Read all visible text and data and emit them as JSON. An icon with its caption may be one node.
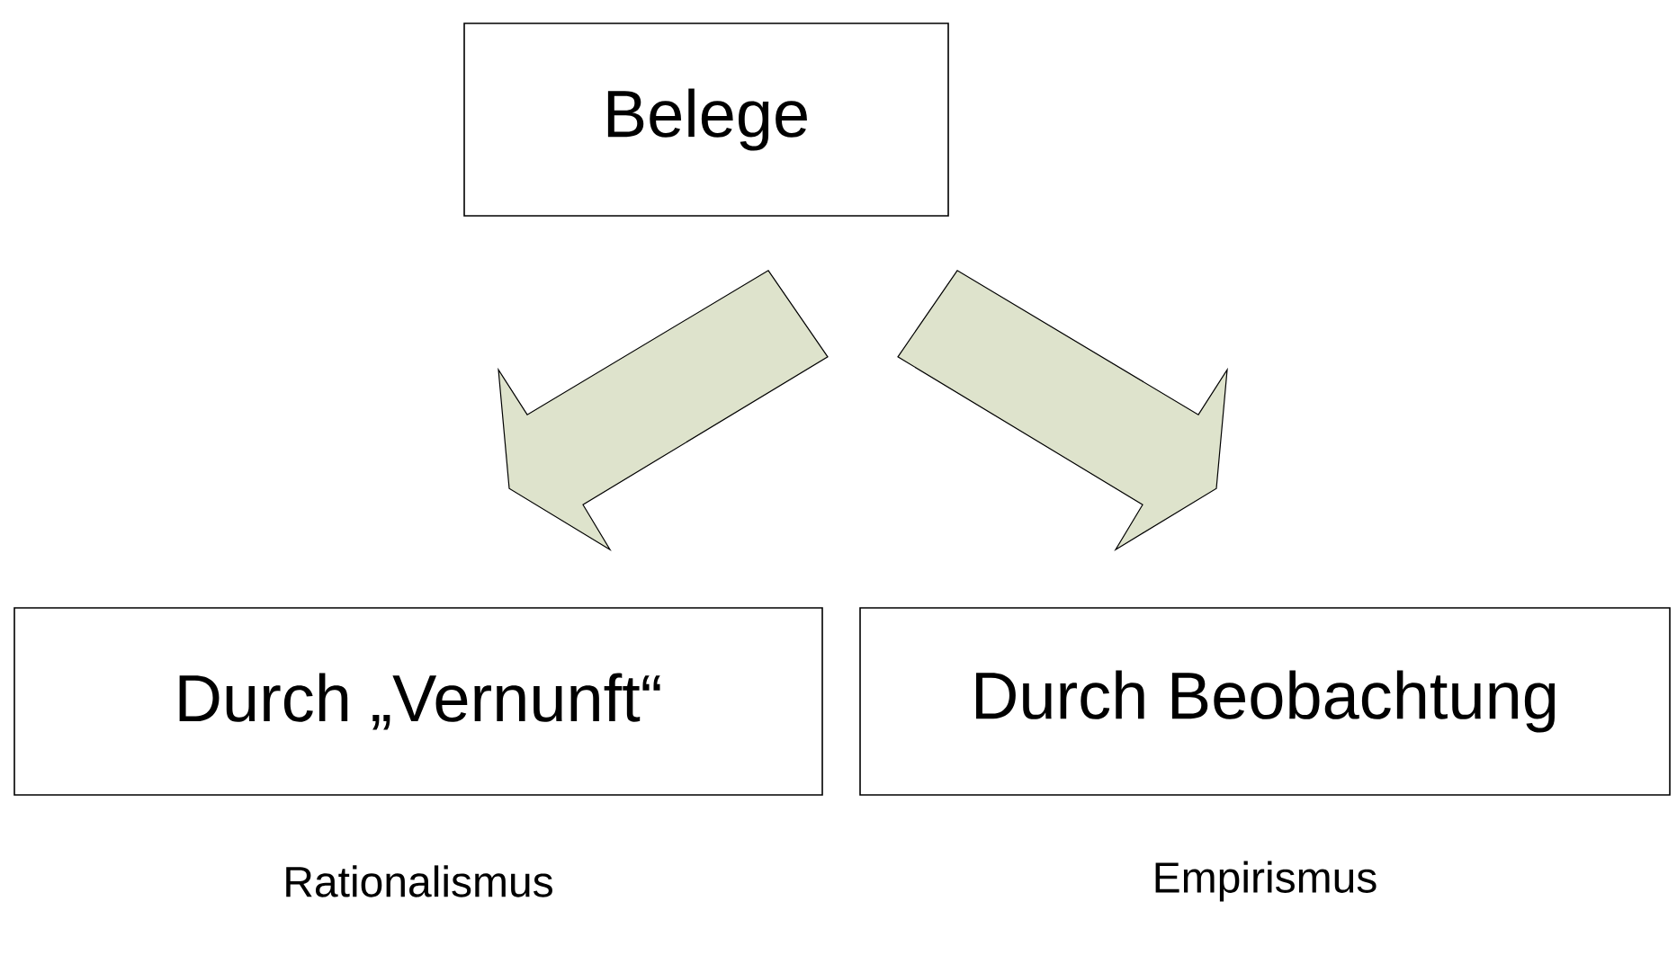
{
  "diagram": {
    "nodes": [
      {
        "text": [
          "Belege"
        ]
      },
      {
        "text": [
          "Durch „Vernunft“"
        ],
        "beside": [
          "Rationalismus"
        ]
      },
      {
        "text": [
          "Durch Beobachtung"
        ],
        "beside": [
          "Empirismus"
        ]
      }
    ],
    "edges": [
      {
        "from": 0,
        "to": 1,
        "arrow": "to"
      },
      {
        "from": 0,
        "to": 2,
        "arrow": "to"
      }
    ]
  }
}
